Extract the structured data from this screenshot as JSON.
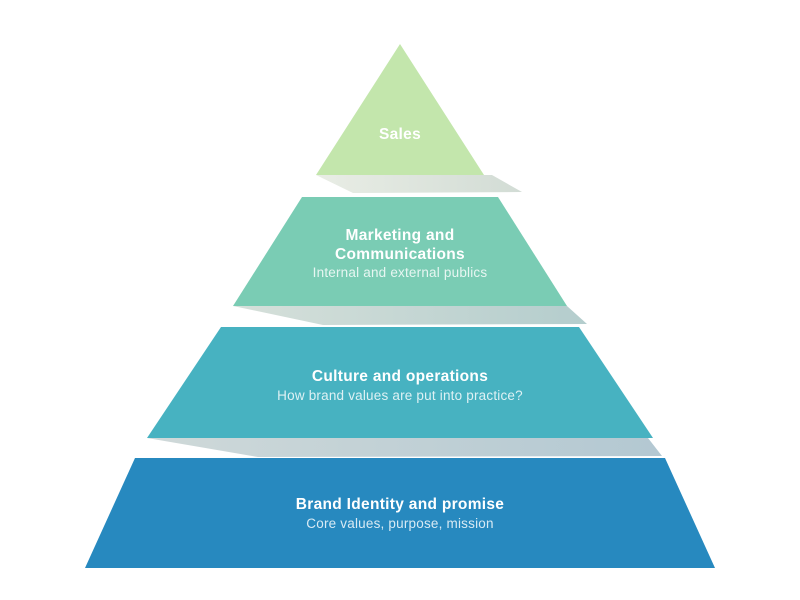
{
  "diagram": {
    "type": "pyramid",
    "background_color": "#ffffff",
    "text_color": "#ffffff",
    "tiers": [
      {
        "label_lines": [
          "Sales"
        ],
        "sublabel": "",
        "color": "#c3e6ac"
      },
      {
        "label_lines": [
          "Marketing and",
          "Communications"
        ],
        "sublabel": "Internal and external publics",
        "color": "#7accb4"
      },
      {
        "label_lines": [
          "Culture and operations"
        ],
        "sublabel": "How brand values are put into practice?",
        "color": "#47b2c1"
      },
      {
        "label_lines": [
          "Brand Identity and promise"
        ],
        "sublabel": "Core values, purpose, mission",
        "color": "#2789bf"
      }
    ],
    "shadows": [
      {
        "from": "#e9ede5",
        "to": "#d2dcd5"
      },
      {
        "from": "#d6e0da",
        "to": "#b4cdcd"
      },
      {
        "from": "#cfd9d9",
        "to": "#b3c8d2"
      }
    ]
  }
}
